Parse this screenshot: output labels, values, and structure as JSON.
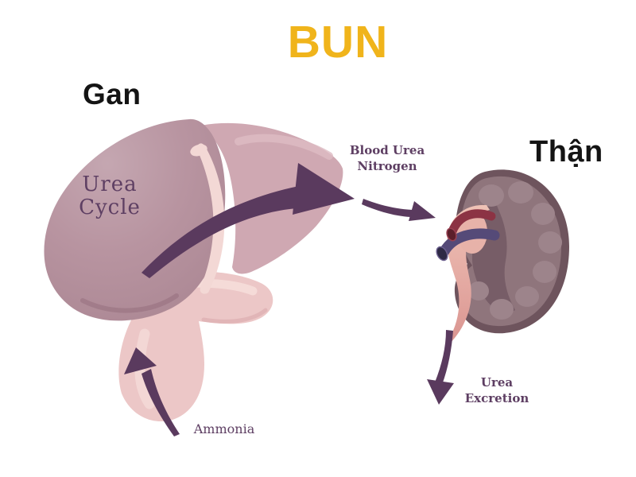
{
  "title": "BUN",
  "organs": {
    "liver_label": "Gan",
    "kidney_label": "Thận"
  },
  "annotations": {
    "urea_cycle": "Urea\nCycle",
    "blood_urea_nitrogen": "Blood Urea\nNitrogen",
    "ammonia": "Ammonia",
    "urea_excretion": "Urea\nExcretion"
  },
  "flows": [
    {
      "from": "liver",
      "to": "kidney",
      "label": "Blood Urea Nitrogen"
    },
    {
      "from": "intestine",
      "to": "liver",
      "label": "Ammonia"
    },
    {
      "from": "kidney",
      "to": "out",
      "label": "Urea Excretion"
    }
  ],
  "colors": {
    "title": "#F0B41B",
    "label_text": "#141414",
    "diagram_text": "#5E3F63",
    "arrow": "#5A3A5E",
    "liver_left": "#B48E9B",
    "liver_right": "#CFA8B2",
    "gallbladder": "#F3D8D5",
    "intestine": "#ECC7C7",
    "kidney_outer": "#6E545D",
    "kidney_cortex": "#8F757C",
    "kidney_pyramid": "#9D848B",
    "renal_artery": "#8C3344",
    "renal_vein": "#554A78",
    "renal_pelvis": "#E9B4AB",
    "background": "#FFFFFF"
  }
}
